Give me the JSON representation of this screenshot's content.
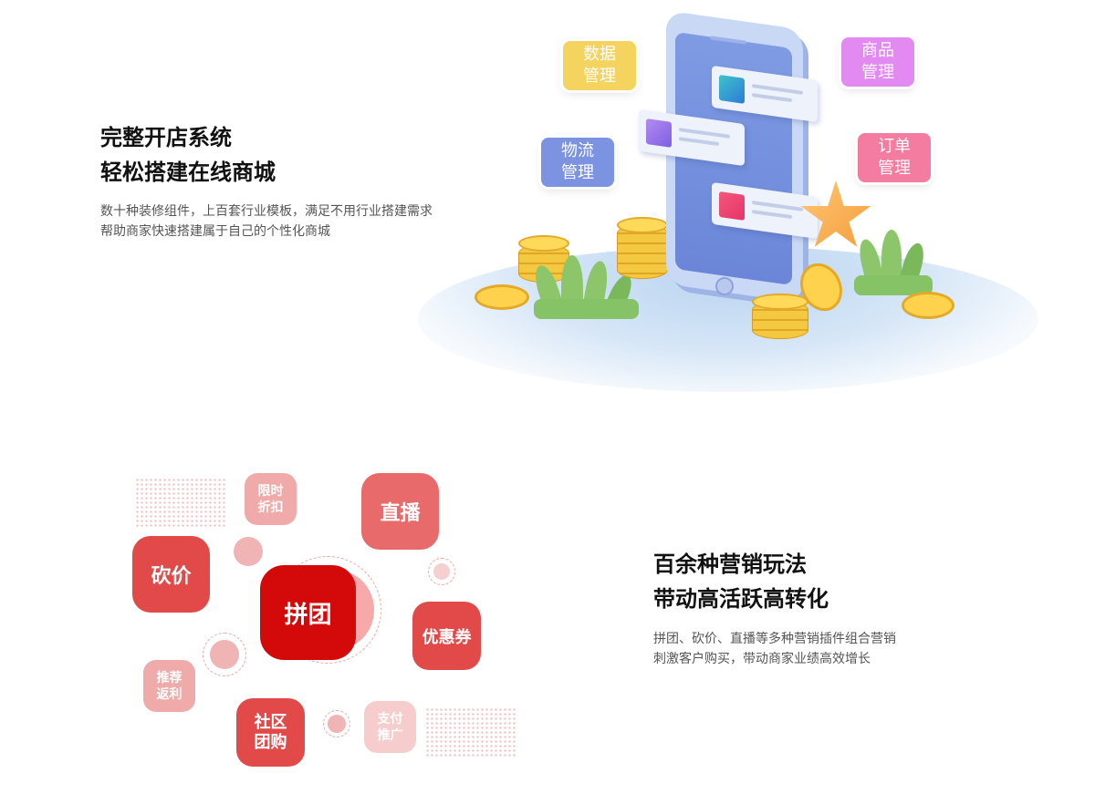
{
  "section1": {
    "title_line1": "完整开店系统",
    "title_line2": "轻松搭建在线商城",
    "desc_line1": "数十种装修组件，上百套行业模板，满足不用行业搭建需求",
    "desc_line2": "帮助商家快速搭建属于自己的个性化商城",
    "tags": {
      "data": "数据管理",
      "product": "商品管理",
      "logistics": "物流管理",
      "order": "订单管理"
    },
    "colors": {
      "data": "#f4d35e",
      "product": "#e38af2",
      "logistics": "#7b93e0",
      "order": "#f47ca0"
    }
  },
  "section2": {
    "title_line1": "百余种营销玩法",
    "title_line2": "带动高活跃高转化",
    "desc_line1": "拼团、砍价、直播等多种营销插件组合营销",
    "desc_line2": "刺激客户购买，带动商家业绩高效增长",
    "bubbles": {
      "pintuan": "拼团",
      "kanjia": "砍价",
      "zhibo": "直播",
      "youhuiquan": "优惠券",
      "xianshi": "限时折扣",
      "tuijian": "推荐返利",
      "shequ": "社区团购",
      "zhifu": "支付推广"
    },
    "colors": {
      "primary": "#d40a0a",
      "strong": "#e24a4a",
      "medium": "#e86a6a",
      "light": "#f0aaaa",
      "pale": "#f6cccc"
    }
  }
}
